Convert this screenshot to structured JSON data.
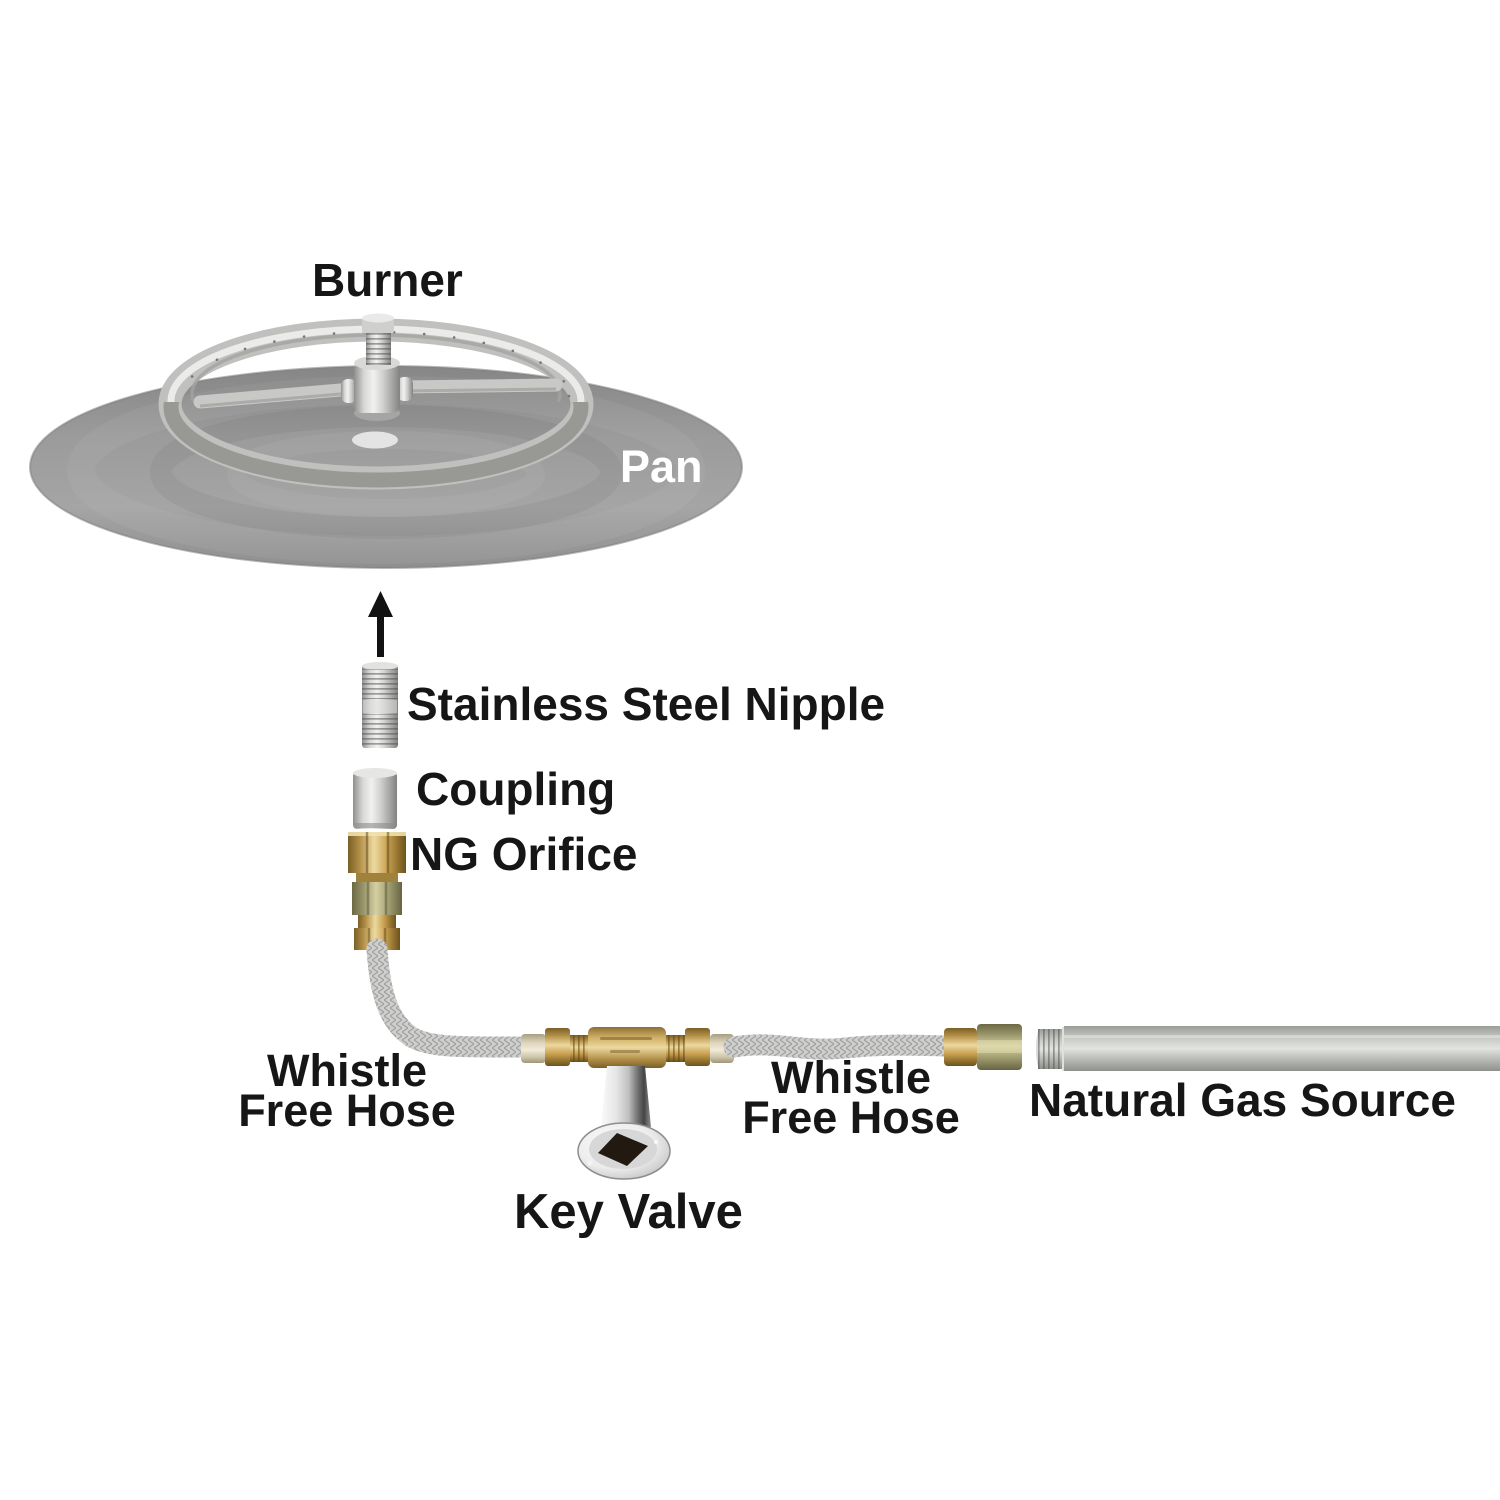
{
  "diagram": {
    "description": "Exploded assembly diagram of a round fire pit burner kit connected to a natural gas source"
  },
  "labels": {
    "burner": "Burner",
    "pan": "Pan",
    "stainless_steel_nipple": "Stainless Steel Nipple",
    "coupling": "Coupling",
    "ng_orifice": "NG Orifice",
    "whistle_free_hose_left": {
      "line1": "Whistle",
      "line2": "Free Hose"
    },
    "key_valve": "Key Valve",
    "whistle_free_hose_right": {
      "line1": "Whistle",
      "line2": "Free Hose"
    },
    "natural_gas_source": "Natural Gas Source"
  },
  "colors": {
    "label_text": "#161616",
    "pan_label_text": "#ffffff",
    "steel_silver": "#c9c9c7",
    "brass": "#c8a558",
    "zinc_olive": "#a5a273",
    "chrome": "#dcdcdc",
    "pan_gray": "#9c9c9c",
    "hose_braid_silver": "#cfcfcd",
    "pipe_gray": "#c6c8c4",
    "arrow_black": "#121212"
  }
}
